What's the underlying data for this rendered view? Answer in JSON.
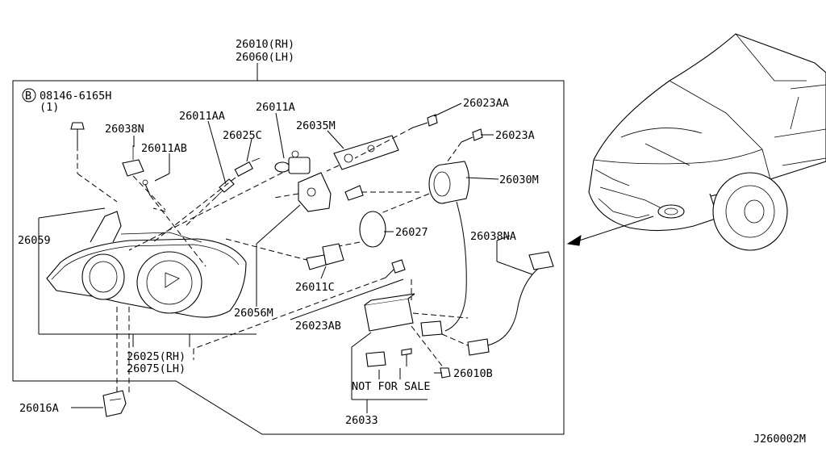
{
  "diagram": {
    "assembly_labels": {
      "rh": "26010(RH)",
      "lh": "26060(LH)"
    },
    "bolt_spec": {
      "circle_letter": "B",
      "number": "08146-6165H",
      "qty": "(1)"
    },
    "parts": {
      "p26011AA": "26011AA",
      "p26011A": "26011A",
      "p26038N": "26038N",
      "p26025C": "26025C",
      "p26035M": "26035M",
      "p26011AB": "26011AB",
      "p26023AA": "26023AA",
      "p26023A": "26023A",
      "p26030M": "26030M",
      "p26059": "26059",
      "p26027": "26027",
      "p26038NA": "26038NA",
      "p26011C": "26011C",
      "p26056M": "26056M",
      "p26023AB": "26023AB",
      "p26010B": "26010B",
      "p26016A": "26016A",
      "p26033": "26033"
    },
    "lens_labels": {
      "rh": "26025(RH)",
      "lh": "26075(LH)"
    },
    "not_for_sale": "NOT FOR SALE",
    "figure_code": "J260002M"
  }
}
